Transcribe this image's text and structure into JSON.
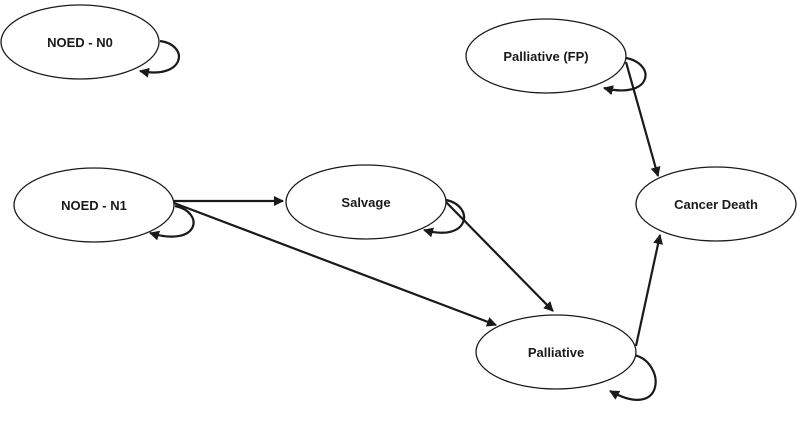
{
  "diagram": {
    "nodes": {
      "noed_n0": "NOED - N0",
      "noed_n1": "NOED - N1",
      "salvage": "Salvage",
      "palliative_fp": "Palliative (FP)",
      "cancer_death": "Cancer Death",
      "palliative": "Palliative"
    },
    "transitions": [
      {
        "from": "NOED - N1",
        "to": "Salvage"
      },
      {
        "from": "NOED - N1",
        "to": "Palliative"
      },
      {
        "from": "Salvage",
        "to": "Palliative"
      },
      {
        "from": "Palliative (FP)",
        "to": "Cancer Death"
      },
      {
        "from": "Palliative",
        "to": "Cancer Death"
      }
    ],
    "self_loops": [
      "NOED - N0",
      "NOED - N1",
      "Salvage",
      "Palliative (FP)",
      "Palliative"
    ]
  }
}
